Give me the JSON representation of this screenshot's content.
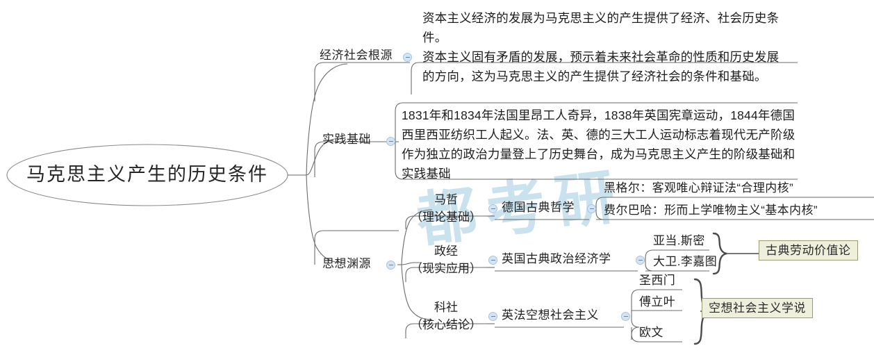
{
  "diagram": {
    "type": "mind-map",
    "watermark_text": "都考研",
    "accent_colors": {
      "line": "#6b6b6b",
      "tag_background": "#eef0dc",
      "tag_border": "#9a9a74",
      "toggle_fill": "#d5e4f2",
      "toggle_border": "#a8c4df",
      "text": "#1f1f1f",
      "watermark": "#9fcbe0"
    }
  },
  "root": {
    "label": "马克思主义产生的历史条件"
  },
  "branches": [
    {
      "id": "economic",
      "label": "经济社会根源",
      "has_toggle": true,
      "content": "资本主义经济的发展为马克思主义的产生提供了经济、社会历史条件。\n资本主义固有矛盾的发展，预示着未来社会革命的性质和历史发展的方向，这为马克思主义的产生提供了经济社会的条件和基础。"
    },
    {
      "id": "practice",
      "label": "实践基础",
      "has_toggle": true,
      "content": "1831年和1834年法国里昂工人奇异，1838年英国宪章运动，1844年德国西里西亚纺织工人起义。法、英、德的三大工人运动标志着现代无产阶级作为独立的政治力量登上了历史舞台，成为马克思主义产生的阶级基础和实践基础"
    },
    {
      "id": "ideological",
      "label": "思想渊源",
      "has_toggle": true,
      "children": [
        {
          "id": "philosophy",
          "line1": "马哲",
          "line2": "（理论基础）",
          "has_toggle": true,
          "source": {
            "label": "德国古典哲学",
            "has_toggle": true,
            "items": [
              "黑格尔：客观唯心辩证法“合理内核”",
              "费尔巴哈：形而上学唯物主义“基本内核”"
            ],
            "tag": null
          }
        },
        {
          "id": "political-economy",
          "line1": "政经",
          "line2": "（现实应用）",
          "has_toggle": true,
          "source": {
            "label": "英国古典政治经济学",
            "has_toggle": true,
            "items": [
              "亚当.斯密",
              "大卫.李嘉图"
            ],
            "tag": "古典劳动价值论"
          }
        },
        {
          "id": "scientific-socialism",
          "line1": "科社",
          "line2": "（核心结论）",
          "has_toggle": true,
          "source": {
            "label": "英法空想社会主义",
            "has_toggle": true,
            "items": [
              "圣西门",
              "傅立叶",
              "欧文"
            ],
            "tag": "空想社会主义学说"
          }
        }
      ]
    }
  ]
}
